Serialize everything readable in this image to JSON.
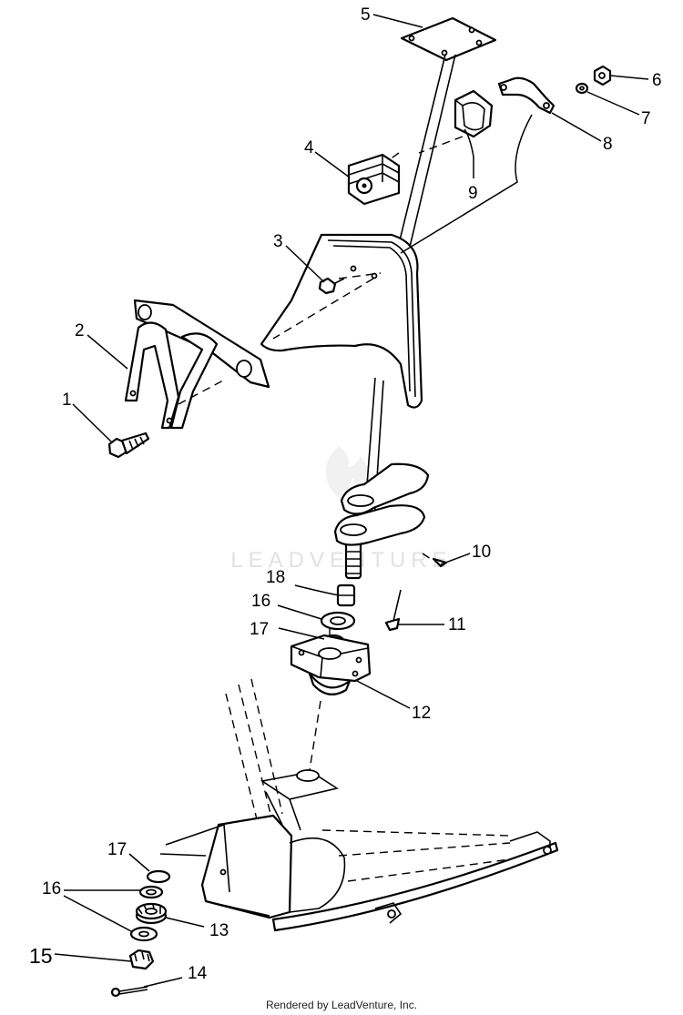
{
  "diagram": {
    "watermark": "LEADVENTURE",
    "footer": "Rendered by LeadVenture, Inc.",
    "callouts": [
      {
        "id": "1",
        "label": "1"
      },
      {
        "id": "2",
        "label": "2"
      },
      {
        "id": "3",
        "label": "3"
      },
      {
        "id": "4",
        "label": "4"
      },
      {
        "id": "5",
        "label": "5"
      },
      {
        "id": "6",
        "label": "6"
      },
      {
        "id": "7",
        "label": "7"
      },
      {
        "id": "8",
        "label": "8"
      },
      {
        "id": "9",
        "label": "9"
      },
      {
        "id": "10",
        "label": "10"
      },
      {
        "id": "11",
        "label": "11"
      },
      {
        "id": "12",
        "label": "12"
      },
      {
        "id": "13",
        "label": "13"
      },
      {
        "id": "14",
        "label": "14"
      },
      {
        "id": "15",
        "label": "15"
      },
      {
        "id": "16a",
        "label": "16"
      },
      {
        "id": "16b",
        "label": "16"
      },
      {
        "id": "17a",
        "label": "17"
      },
      {
        "id": "17b",
        "label": "17"
      },
      {
        "id": "18",
        "label": "18"
      }
    ]
  }
}
